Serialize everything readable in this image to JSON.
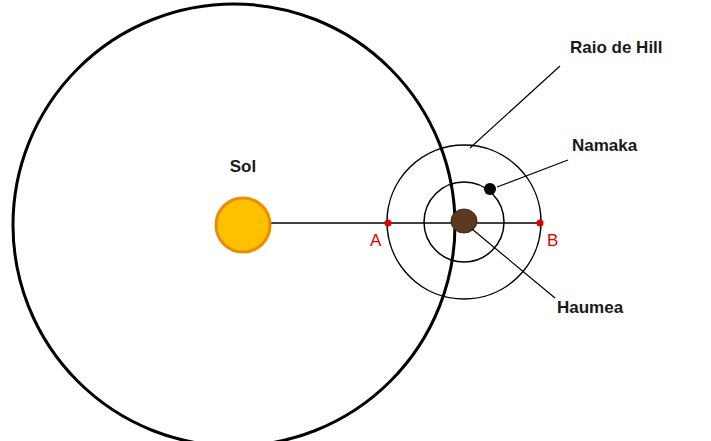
{
  "diagram": {
    "nodes": [
      {
        "text": [
          "Sol"
        ]
      }
    ],
    "labels": [
      "Raio de Hill",
      "Namaka",
      "Haumea",
      "A",
      "B"
    ]
  }
}
